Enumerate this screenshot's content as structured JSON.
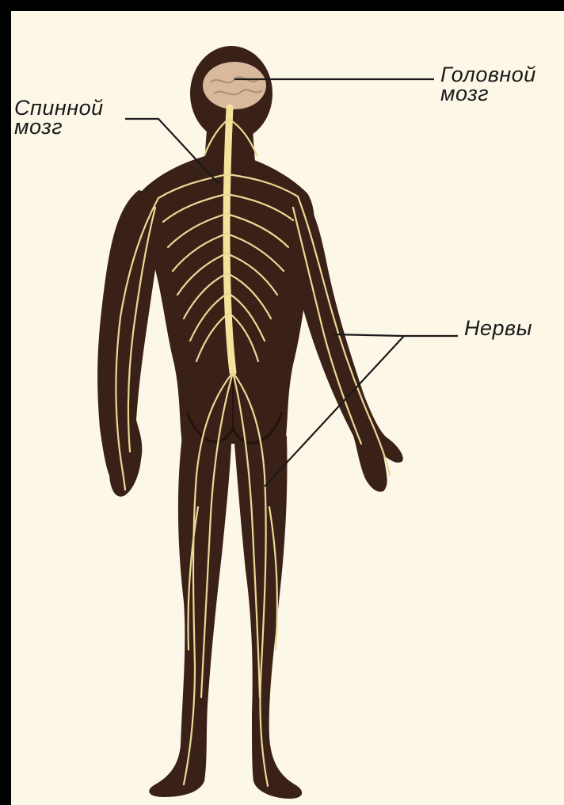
{
  "labels": {
    "brain": "Головной\nмозг",
    "spinal_cord": "Спинной\nмозг",
    "nerves": "Нервы"
  },
  "colors": {
    "background": "#fdf7e7",
    "frame": "#000000",
    "body": "#3a2117",
    "nerve": "#e9d996",
    "spine": "#f2e49b",
    "brain": "#d9b99b",
    "leader": "#1a1a1a",
    "label": "#1a1a1a"
  }
}
